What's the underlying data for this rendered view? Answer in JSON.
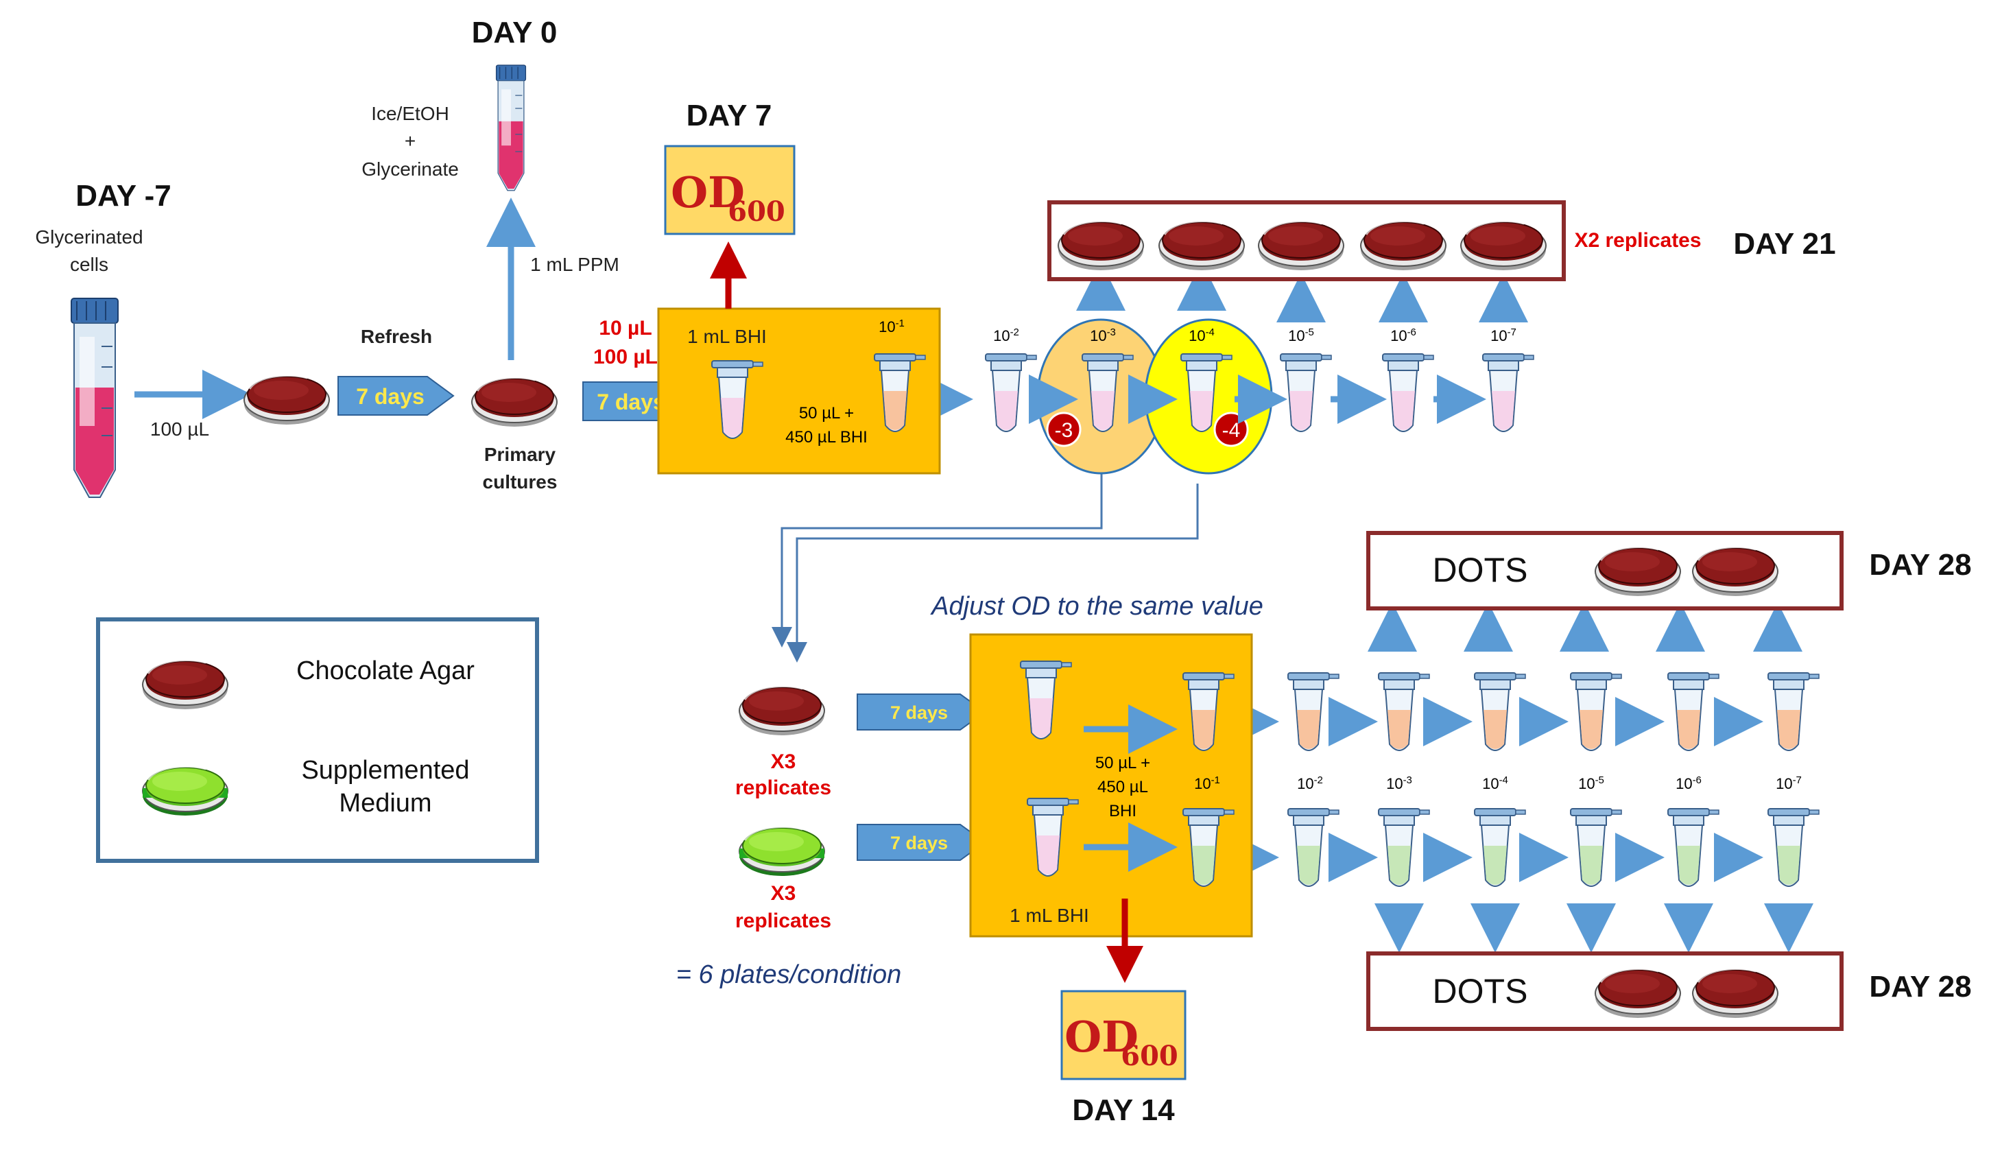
{
  "days": {
    "day_m7": "DAY -7",
    "day_0": "DAY 0",
    "day_7": "DAY 7",
    "day_21": "DAY 21",
    "day_28_top": "DAY 28",
    "day_28_bottom": "DAY 28",
    "day_14": "DAY 14"
  },
  "labels": {
    "glycerinated_1": "Glycerinated",
    "glycerinated_2": "cells",
    "transfer_100ul": "100 µL",
    "refresh": "Refresh",
    "seven_days": "7 days",
    "primary_1": "Primary",
    "primary_2": "cultures",
    "one_ml_ppm": "1 mL PPM",
    "ice_etoh": "Ice/EtOH",
    "plus": "+",
    "glycerinate": "Glycerinate",
    "vol_10": "10 µL",
    "vol_100": "100 µL",
    "one_ml_bhi": "1 mL BHI",
    "dilute_1": "50 µL +",
    "dilute_2": "450 µL BHI",
    "dilute_b1": "50 µL +",
    "dilute_b2": "450 µL",
    "dilute_b3": "BHI",
    "x2_replicates": "X2 replicates",
    "adjust_od": "Adjust OD to the same value",
    "x3_a": "X3",
    "replicates_a": "replicates",
    "x3_b": "X3",
    "replicates_b": "replicates",
    "six_plates": "= 6 plates/condition",
    "dots": "DOTS",
    "od_main": "OD",
    "od_sub": "600",
    "badge_3": "-3",
    "badge_4": "-4"
  },
  "dilutions": {
    "base": "10",
    "top_exponents": [
      "-1",
      "-2",
      "-3",
      "-4",
      "-5",
      "-6",
      "-7"
    ],
    "bottom_exponents": [
      "-1",
      "-2",
      "-3",
      "-4",
      "-5",
      "-6",
      "-7"
    ]
  },
  "legend": {
    "chocolate_agar": "Chocolate Agar",
    "supplemented_1": "Supplemented",
    "supplemented_2": "Medium"
  },
  "colors": {
    "arrow_blue": "#5b9bd5",
    "process_orange": "#ffc000",
    "plate_red": "#8b1a1a",
    "plate_green": "#7ed321",
    "box_border": "#8b2b2b",
    "highlight_yellow": "#ffff00",
    "badge_red": "#c00000"
  }
}
